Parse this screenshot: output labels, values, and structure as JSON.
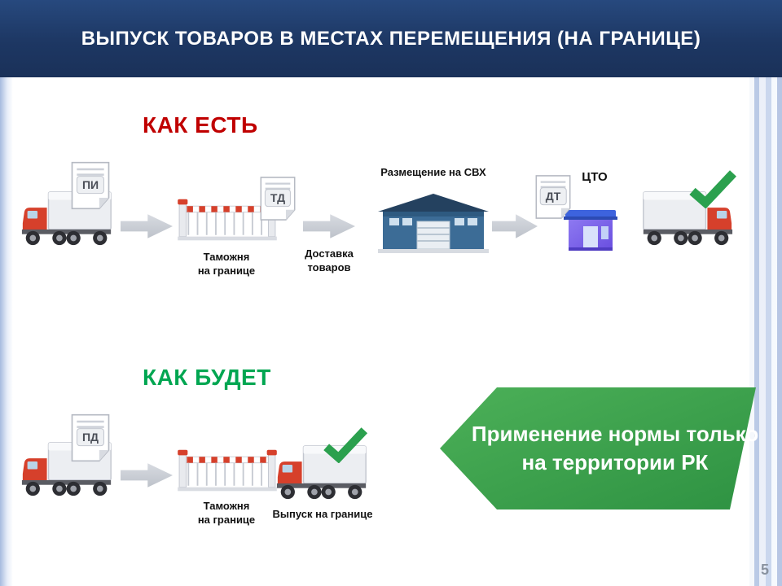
{
  "slide": {
    "title": "ВЫПУСК ТОВАРОВ В МЕСТАХ ПЕРЕМЕЩЕНИЯ (НА ГРАНИЦЕ)",
    "page_number": "5"
  },
  "as_is": {
    "heading": "КАК ЕСТЬ",
    "truck_doc": "ПИ",
    "customs_doc": "ТД",
    "customs_caption": "Таможня\nна границе",
    "delivery_caption": "Доставка\nтоваров",
    "warehouse_caption": "Размещение на СВХ",
    "cto_doc": "ДТ",
    "cto_caption": "ЦТО"
  },
  "to_be": {
    "heading": "КАК БУДЕТ",
    "truck_doc": "ПД",
    "customs_caption": "Таможня\nна границе",
    "release_caption": "Выпуск на границе"
  },
  "banner": {
    "line1": "Применение нормы только",
    "line2": "на территории РК"
  },
  "icons": {
    "truck": "truck-icon",
    "document": "document-icon",
    "customs_gate": "customs-gate-icon",
    "warehouse": "warehouse-icon",
    "cto_building": "cto-building-icon",
    "checkmark": "checkmark-icon",
    "flow_arrow": "flow-arrow-icon"
  },
  "colors": {
    "header_background": "#1D3763",
    "as_is_heading": "#C00000",
    "to_be_heading": "#00A651",
    "banner_green_light": "#4CB058",
    "banner_green_dark": "#2E9242",
    "truck_red": "#D6402B",
    "check_green": "#2BA04E",
    "arrow_gray": "#C6CAD2"
  }
}
